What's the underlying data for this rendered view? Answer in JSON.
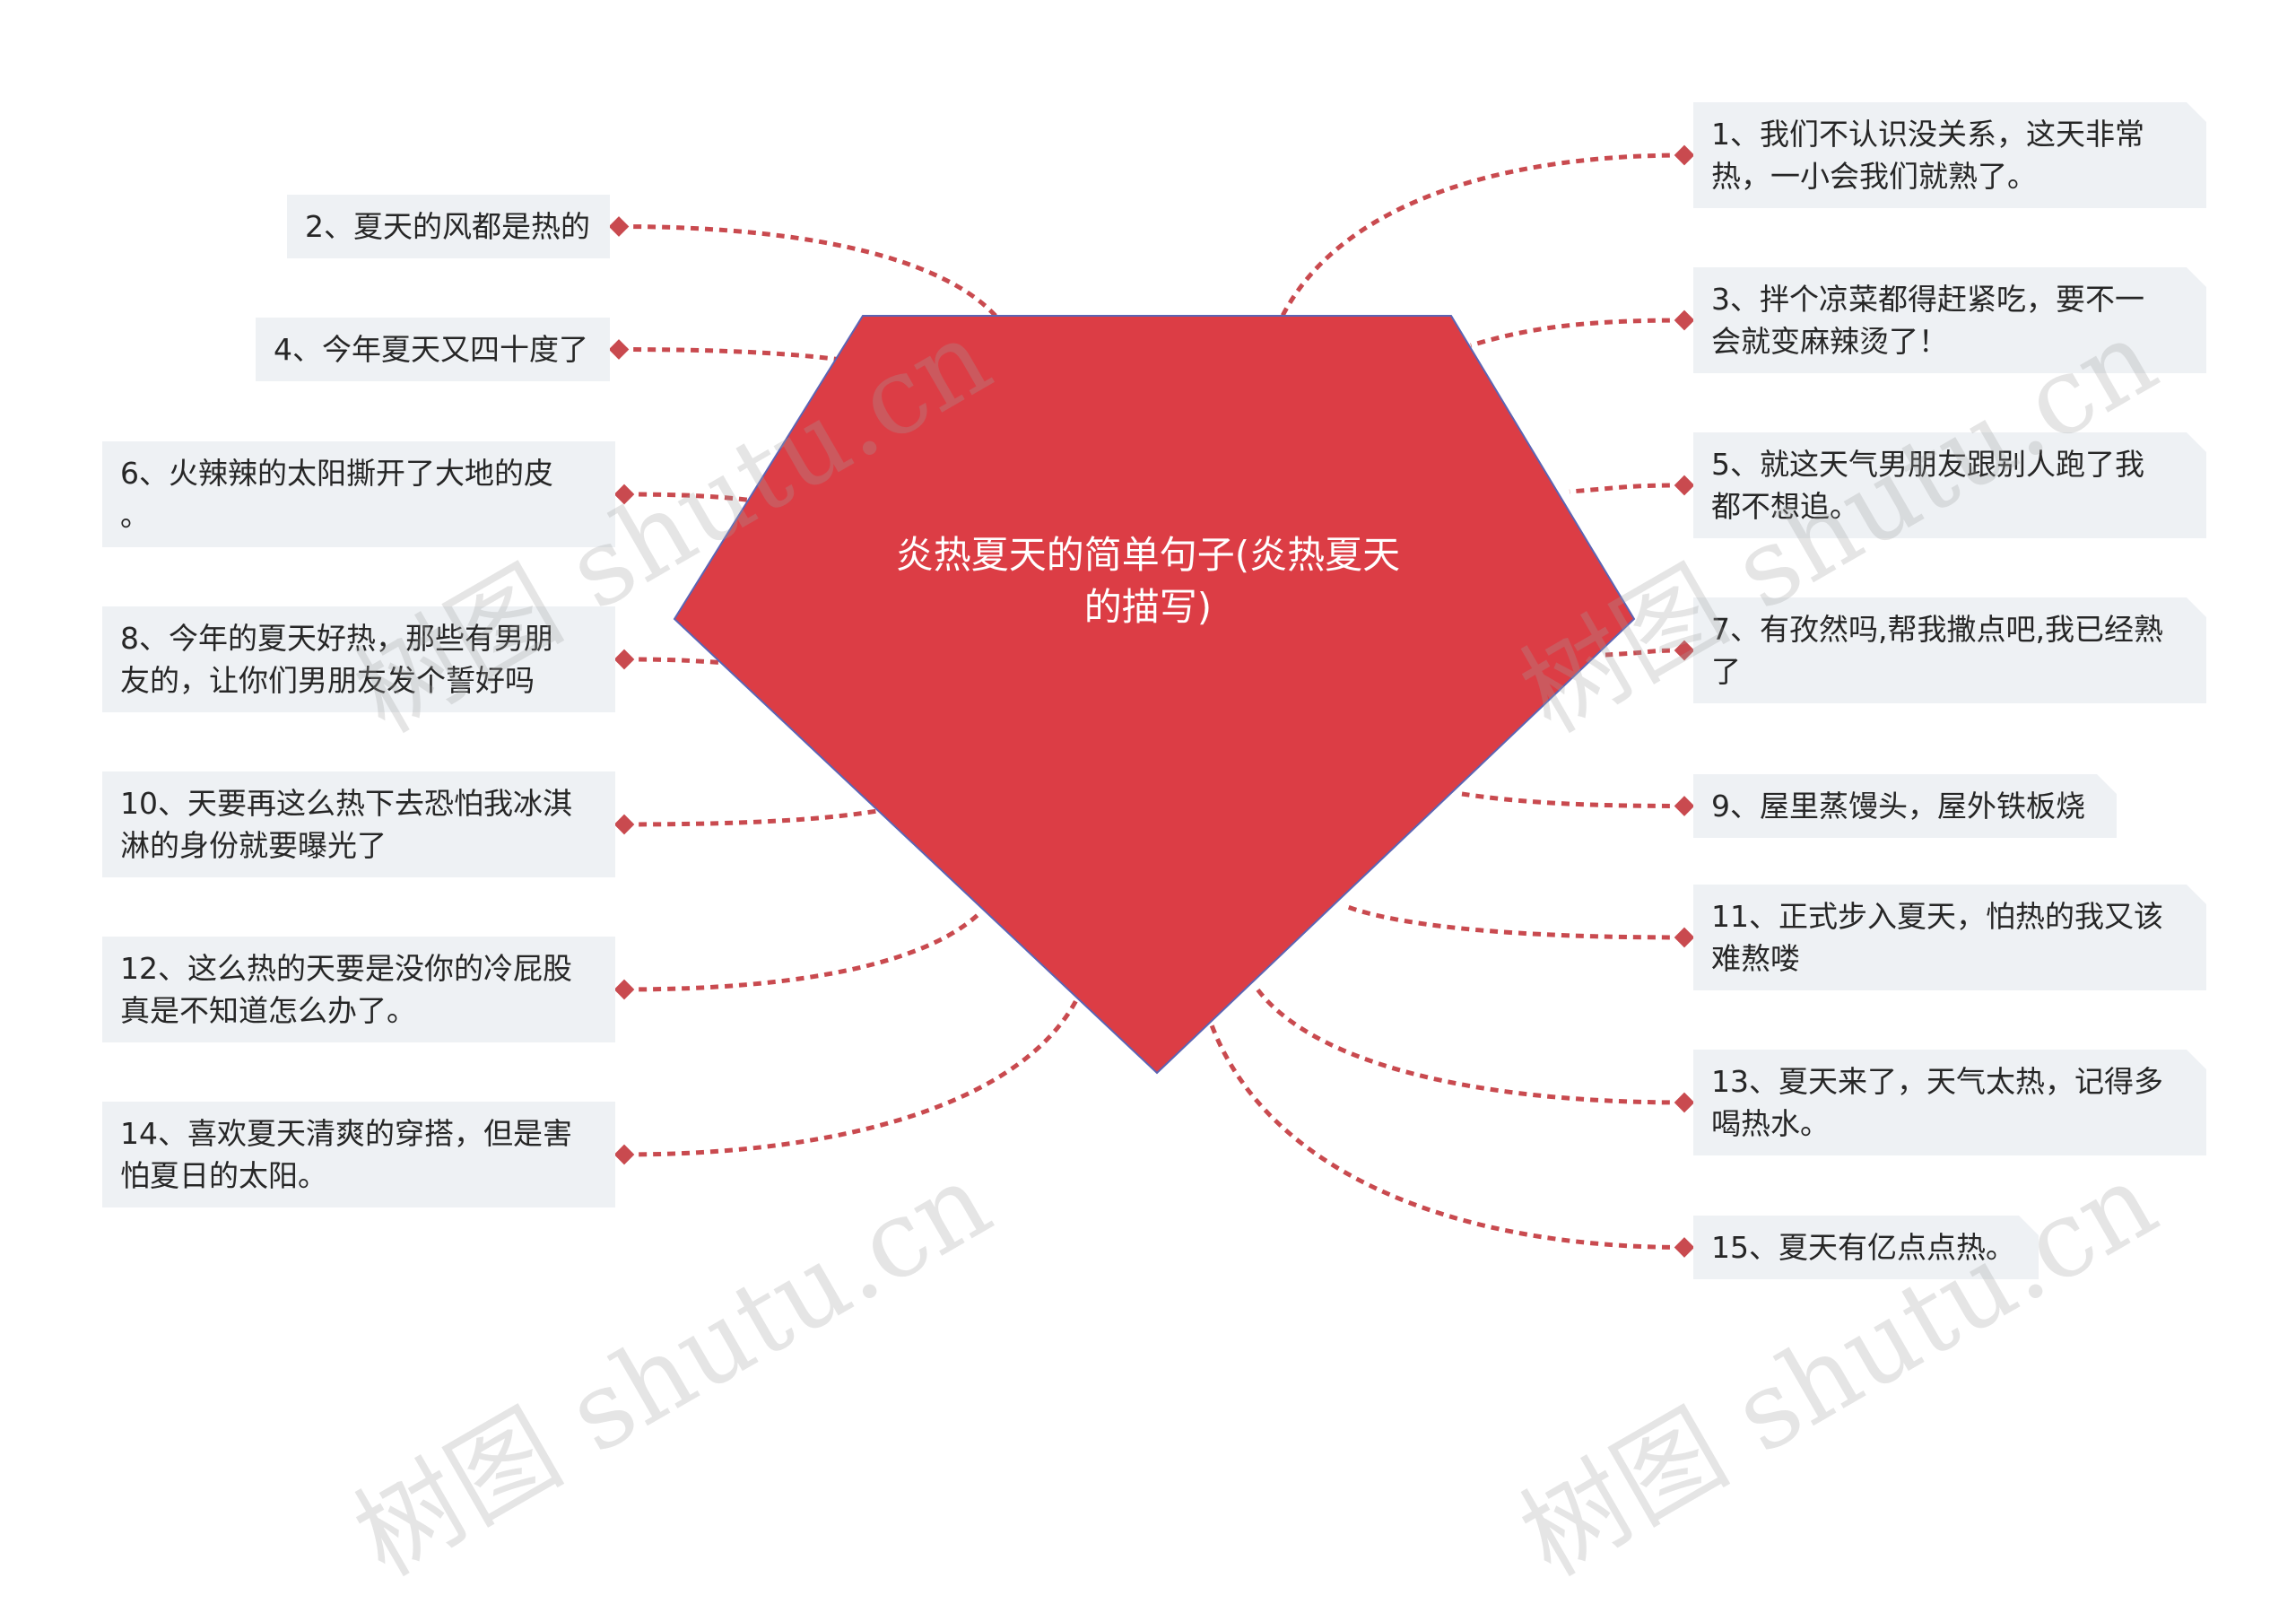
{
  "center": {
    "title": "炎热夏天的简单句子(炎热夏天的描写)",
    "color": "#dc3d45",
    "stroke": "#5b64b4"
  },
  "connector_color": "#c94a4f",
  "left_nodes": [
    {
      "id": "n2",
      "text": "2、夏天的风都是热的"
    },
    {
      "id": "n4",
      "text": "4、今年夏天又四十度了"
    },
    {
      "id": "n6",
      "text": "6、火辣辣的太阳撕开了大地的皮\n。"
    },
    {
      "id": "n8",
      "text": "8、今年的夏天好热，那些有男朋\n友的，让你们男朋友发个誓好吗"
    },
    {
      "id": "n10",
      "text": "10、天要再这么热下去恐怕我冰淇\n淋的身份就要曝光了"
    },
    {
      "id": "n12",
      "text": "12、这么热的天要是没你的冷屁股\n真是不知道怎么办了。"
    },
    {
      "id": "n14",
      "text": "14、喜欢夏天清爽的穿搭，但是害\n怕夏日的太阳。"
    }
  ],
  "right_nodes": [
    {
      "id": "n1",
      "text": "1、我们不认识没关系，这天非常\n热，一小会我们就熟了。"
    },
    {
      "id": "n3",
      "text": "3、拌个凉菜都得赶紧吃，要不一\n会就变麻辣烫了！"
    },
    {
      "id": "n5",
      "text": "5、就这天气男朋友跟别人跑了我\n都不想追。"
    },
    {
      "id": "n7",
      "text": "7、有孜然吗,帮我撒点吧,我已经熟\n了"
    },
    {
      "id": "n9",
      "text": "9、屋里蒸馒头，屋外铁板烧"
    },
    {
      "id": "n11",
      "text": "11、正式步入夏天，怕热的我又该\n难熬喽"
    },
    {
      "id": "n13",
      "text": "13、夏天来了，天气太热，记得多\n喝热水。"
    },
    {
      "id": "n15",
      "text": "15、夏天有亿点点热。"
    }
  ],
  "watermarks": [
    "树图 shutu.cn",
    "树图 shutu.cn",
    "树图 shutu.cn",
    "树图 shutu.cn"
  ]
}
